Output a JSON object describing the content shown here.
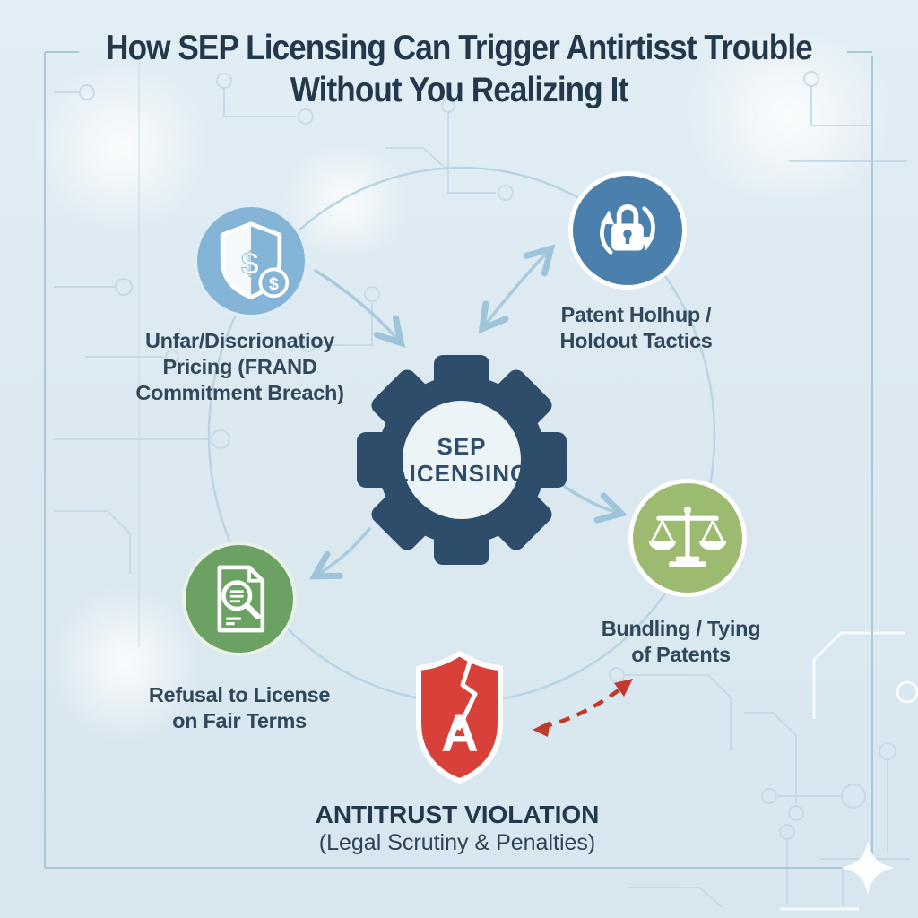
{
  "title": {
    "line1": "How SEP Licensing Can Trigger Antirtisst Trouble",
    "line2": "Without You Realizing It"
  },
  "hub": {
    "line1": "SEP",
    "line2": "LICENSING",
    "icon": "gear-icon",
    "color": "#2e4d6b"
  },
  "nodes": {
    "pricing": {
      "line1": "Unfar/Discrionatioy",
      "line2": "Pricing (FRAND",
      "line3": "Commitment Breach)",
      "icon": "shield-dollar-icon",
      "color": "#85b5d6"
    },
    "holdup": {
      "line1": "Patent Holhup /",
      "line2": "Holdout Tactics",
      "icon": "lock-refresh-icon",
      "color": "#4a80ab"
    },
    "refusal": {
      "line1": "Refusal to License",
      "line2": "on Fair Terms",
      "icon": "document-magnifier-icon",
      "color": "#6ba263"
    },
    "bundling": {
      "line1": "Bundling / Tying",
      "line2": "of Patents",
      "icon": "scales-of-justice-icon",
      "color": "#9cba70"
    }
  },
  "outcome": {
    "letter": "A",
    "line1": "ANTITRUST VIOLATION",
    "line2": "(Legal Scrutiny & Penalties)",
    "icon": "cracked-shield-icon",
    "color": "#d8403a"
  },
  "palette": {
    "background": "#dce9f1",
    "frame_border": "#a9c8d8",
    "guide_circle": "#b9d4e2",
    "flow_arrow": "#a8cbdd",
    "danger_arrow": "#c0392b",
    "title_text": "#24384c",
    "label_text": "#31475a",
    "circuit_trace": "#c2d8e5",
    "sparkle": "#fdfefe"
  }
}
